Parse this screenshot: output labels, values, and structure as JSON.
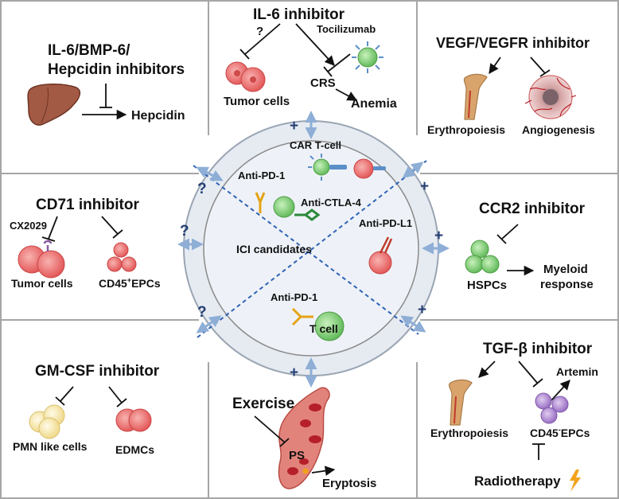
{
  "colors": {
    "border": "#a6a6a6",
    "circle_fill": "#eef2f8",
    "ring_fill": "#e6ebf2",
    "arrow_blue": "#8eaed6",
    "plus_navy": "#243f73",
    "dashed": "#2f63b6",
    "cell_red": "#e96a6a",
    "cell_green": "#7ccd71",
    "cell_purple": "#b08bd0",
    "cell_yellow": "#f6e5a8",
    "liver": "#a35a45",
    "bone": "#d9a46c",
    "bolt": "#f2a21b"
  },
  "icons": [
    "liver-icon",
    "tumor-cell-icon",
    "t-cell-icon",
    "antibody-icon",
    "bone-icon",
    "tumor-vessel-icon",
    "cell-cluster-icon",
    "blood-vessel-icon",
    "lightning-icon",
    "inhibit-arrow-icon",
    "arrow-icon"
  ],
  "panels": {
    "top_left": {
      "title_line1": "IL-6/BMP-6/",
      "title_line2": "Hepcidin inhibitors",
      "target": "Hepcidin"
    },
    "top_center": {
      "title": "IL-6 inhibitor",
      "question": "?",
      "drug": "Tocilizumab",
      "crs": "CRS",
      "tumor": "Tumor cells",
      "anemia": "Anemia"
    },
    "top_right": {
      "title": "VEGF/VEGFR inhibitor",
      "erythro": "Erythropoiesis",
      "angio": "Angiogenesis"
    },
    "mid_left": {
      "title": "CD71 inhibitor",
      "drug": "CX2029",
      "tumor": "Tumor cells",
      "epc_base": "CD45",
      "epc_sup": "+",
      "epc_tail": "EPCs"
    },
    "mid_right": {
      "title": "CCR2 inhibitor",
      "hspc": "HSPCs",
      "resp_line1": "Myeloid",
      "resp_line2": "response"
    },
    "bottom_left": {
      "title": "GM-CSF inhibitor",
      "pmn": "PMN like cells",
      "edmc": "EDMCs"
    },
    "bottom_center": {
      "title": "Exercise",
      "ps": "PS",
      "eryptosis": "Eryptosis"
    },
    "bottom_right": {
      "title": "TGF-β inhibitor",
      "erythro": "Erythropoiesis",
      "epc_base": "CD45",
      "epc_sup": "-",
      "epc_tail": "EPCs",
      "artemin": "Artemin",
      "radio": "Radiotherapy"
    }
  },
  "center": {
    "car_t": "CAR T-cell",
    "anti_pd1_top": "Anti-PD-1",
    "anti_ctla4": "Anti-CTLA-4",
    "anti_pdl1": "Anti-PD-L1",
    "ici": "ICI candidates",
    "anti_pd1_bottom": "Anti-PD-1",
    "t_cell": "T cell"
  },
  "connectors": {
    "plus": "+",
    "question": "?"
  }
}
